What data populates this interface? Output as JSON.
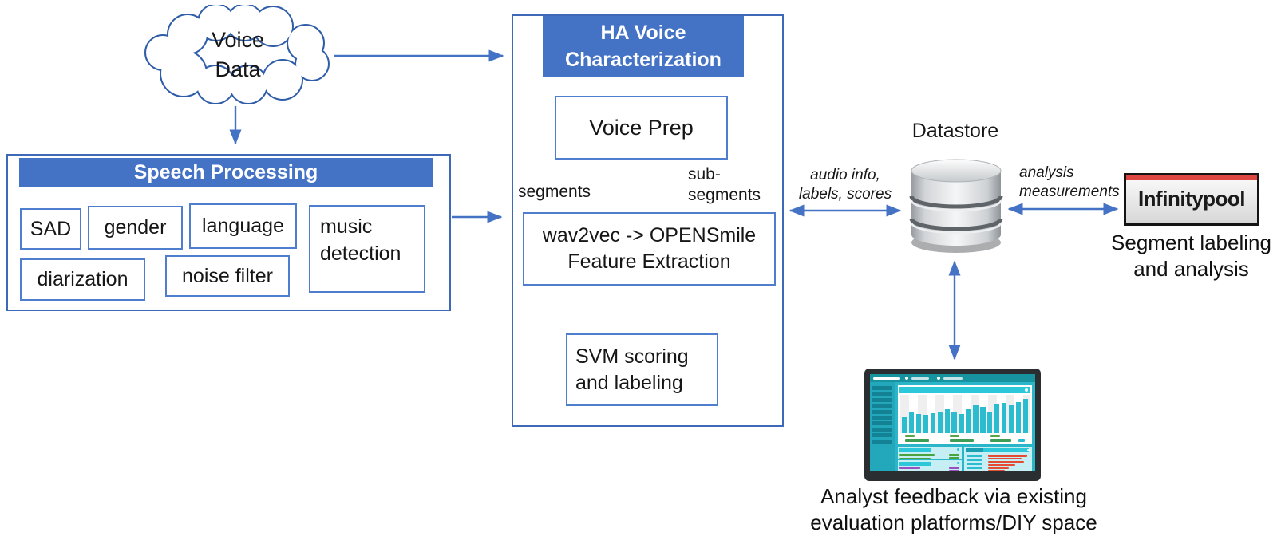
{
  "diagram": {
    "cloud": {
      "label_line1": "Voice",
      "label_line2": "Data"
    },
    "speech_processing": {
      "title": "Speech Processing",
      "modules": [
        "SAD",
        "gender",
        "language",
        "music detection",
        "diarization",
        "noise filter"
      ]
    },
    "ha_voice": {
      "title_line1": "HA Voice",
      "title_line2": "Characterization",
      "voice_prep": "Voice Prep",
      "feature_extraction_line1": "wav2vec -> OPENSmile",
      "feature_extraction_line2": "Feature Extraction",
      "svm_line1": "SVM scoring",
      "svm_line2": "and labeling",
      "segments_label": "segments",
      "subsegments_line1": "sub-",
      "subsegments_line2": "segments"
    },
    "datastore": {
      "title": "Datastore"
    },
    "edge_labels": {
      "audio_line1": "audio info,",
      "audio_line2": "labels, scores",
      "analysis_line1": "analysis",
      "analysis_line2": "measurements"
    },
    "infinitypool": {
      "logo_text": "Infinitypool",
      "caption_line1": "Segment labeling",
      "caption_line2": "and analysis"
    },
    "analyst": {
      "caption_line1": "Analyst feedback via existing",
      "caption_line2": "evaluation platforms/DIY space"
    },
    "colors": {
      "accent_blue": "#4472C4",
      "border_blue": "#3D69B8",
      "infinitypool_red": "#DE4741",
      "dashboard_teal": "#2BBDCF",
      "dashboard_green": "#4AA43E",
      "dashboard_purple": "#9A4FC0",
      "dashboard_red": "#E64A33"
    }
  },
  "dashboard": {
    "bar_heights": [
      0.42,
      0.55,
      0.5,
      0.48,
      0.53,
      0.57,
      0.62,
      0.55,
      0.5,
      0.63,
      0.72,
      0.68,
      0.57,
      0.75,
      0.8,
      0.72,
      0.82,
      0.9
    ],
    "sidebar_rows": 10,
    "teal_rows": 7,
    "red_bar_widths": [
      0.95,
      0.8,
      0.86,
      0.65,
      0.5,
      0.4,
      0.3,
      0.2,
      0.1,
      0.05
    ],
    "green_line_widths": [
      0.85,
      0.75,
      0.6
    ],
    "purple_line_widths": [
      0.5,
      0.75,
      0.6
    ]
  }
}
